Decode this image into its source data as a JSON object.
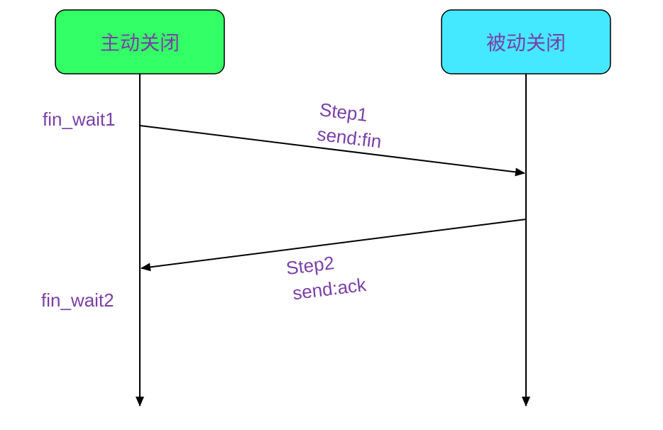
{
  "participants": {
    "active": {
      "label": "主动关闭",
      "fill": "#33ff66"
    },
    "passive": {
      "label": "被动关闭",
      "fill": "#44e8ff"
    }
  },
  "states": {
    "fin_wait1": "fin_wait1",
    "fin_wait2": "fin_wait2"
  },
  "messages": {
    "step1": {
      "step": "Step1",
      "text": "send:fin"
    },
    "step2": {
      "step": "Step2",
      "text": "send:ack"
    }
  },
  "colors": {
    "label": "#7a3fa8",
    "line": "#000000"
  }
}
